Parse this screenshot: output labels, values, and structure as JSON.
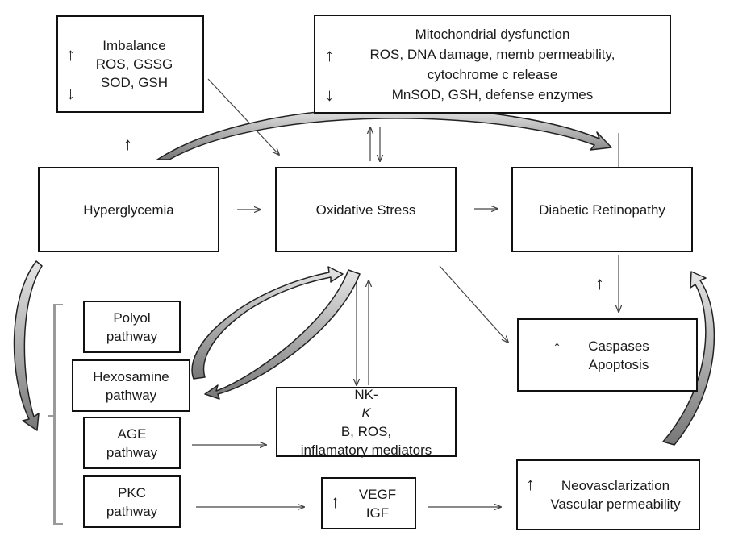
{
  "nodes": {
    "imbalance": {
      "up_arrow": "↑",
      "down_arrow": "↓",
      "line1": "Imbalance",
      "line2": "ROS, GSSG",
      "line3": "SOD, GSH"
    },
    "mitochondrial": {
      "up_arrow": "↑",
      "down_arrow": "↓",
      "line1": "Mitochondrial dysfunction",
      "line2": "ROS, DNA damage, memb permeability,",
      "line3": "cytochrome c release",
      "line4": "MnSOD, GSH, defense enzymes"
    },
    "hyperglycemia": {
      "label": "Hyperglycemia"
    },
    "oxidative_stress": {
      "label": "Oxidative Stress"
    },
    "diabetic_retinopathy": {
      "label": "Diabetic Retinopathy"
    },
    "polyol": {
      "line1": "Polyol",
      "line2": "pathway"
    },
    "hexosamine": {
      "line1": "Hexosamine",
      "line2": "pathway"
    },
    "age": {
      "line1": "AGE",
      "line2": "pathway"
    },
    "pkc": {
      "line1": "PKC",
      "line2": "pathway"
    },
    "nfkb": {
      "line1_a": "NK-",
      "line1_kappa": "K",
      "line1_b": "B, ROS,",
      "line2": "inflamatory mediators"
    },
    "vegf": {
      "up_arrow": "↑",
      "line1": "VEGF",
      "line2": "IGF"
    },
    "caspases": {
      "up_arrow": "↑",
      "line1": "Caspases",
      "line2": "Apoptosis"
    },
    "neovascularization": {
      "up_arrow": "↑",
      "line1": "Neovasclarization",
      "line2": "Vascular permeability"
    }
  },
  "connectors": {
    "up_arrow": "↑",
    "right_arrow": "→"
  }
}
